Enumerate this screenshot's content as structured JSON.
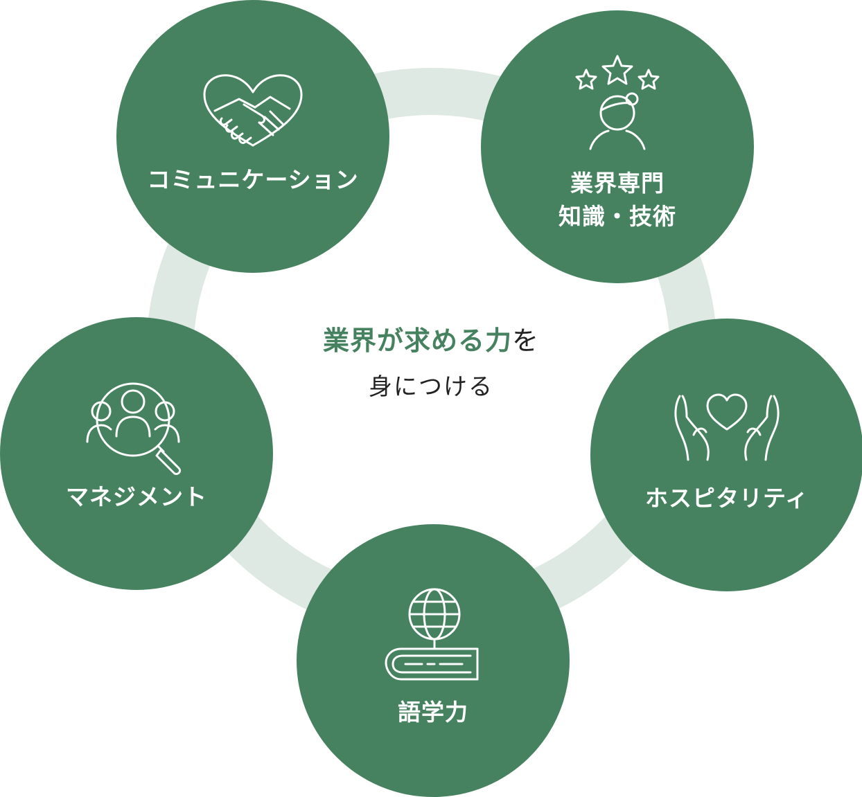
{
  "title": {
    "highlight": "業界が求める力",
    "suffix": "を",
    "line2": "身につける"
  },
  "skills": [
    {
      "id": "communication",
      "label_lines": [
        "コミュニケーション"
      ],
      "icon": "handshake-heart-icon"
    },
    {
      "id": "expertise",
      "label_lines": [
        "業界専門",
        "知識・技術"
      ],
      "icon": "person-stars-icon"
    },
    {
      "id": "hospitality",
      "label_lines": [
        "ホスピタリティ"
      ],
      "icon": "hands-heart-icon"
    },
    {
      "id": "language",
      "label_lines": [
        "語学力"
      ],
      "icon": "globe-book-icon"
    },
    {
      "id": "management",
      "label_lines": [
        "マネジメント"
      ],
      "icon": "team-magnifier-icon"
    }
  ],
  "colors": {
    "node": "#468260",
    "ring": "#dde9e2",
    "highlight_text": "#468260",
    "body_text": "#222222",
    "icon_stroke": "#ffffff"
  }
}
